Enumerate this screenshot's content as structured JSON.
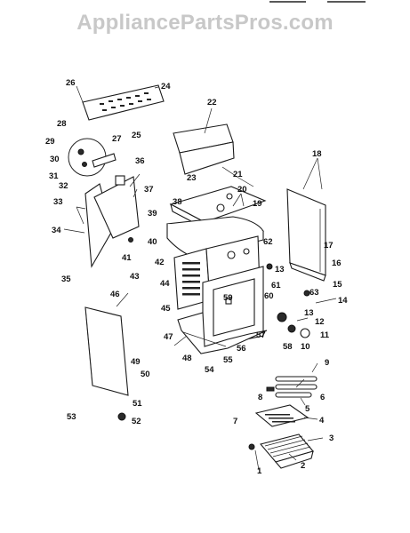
{
  "watermark": "AppliancePartsPros.com",
  "callouts": [
    {
      "id": "1",
      "label": "1"
    },
    {
      "id": "2",
      "label": "2"
    },
    {
      "id": "3",
      "label": "3"
    },
    {
      "id": "4",
      "label": "4"
    },
    {
      "id": "5",
      "label": "5"
    },
    {
      "id": "6",
      "label": "6"
    },
    {
      "id": "7",
      "label": "7"
    },
    {
      "id": "8",
      "label": "8"
    },
    {
      "id": "9",
      "label": "9"
    },
    {
      "id": "10",
      "label": "10"
    },
    {
      "id": "11",
      "label": "11"
    },
    {
      "id": "12",
      "label": "12"
    },
    {
      "id": "13",
      "label": "13"
    },
    {
      "id": "13b",
      "label": "13"
    },
    {
      "id": "14",
      "label": "14"
    },
    {
      "id": "15",
      "label": "15"
    },
    {
      "id": "16",
      "label": "16"
    },
    {
      "id": "17",
      "label": "17"
    },
    {
      "id": "18",
      "label": "18"
    },
    {
      "id": "19",
      "label": "19"
    },
    {
      "id": "20",
      "label": "20"
    },
    {
      "id": "21",
      "label": "21"
    },
    {
      "id": "22",
      "label": "22"
    },
    {
      "id": "23",
      "label": "23"
    },
    {
      "id": "24",
      "label": "24"
    },
    {
      "id": "25",
      "label": "25"
    },
    {
      "id": "26",
      "label": "26"
    },
    {
      "id": "27",
      "label": "27"
    },
    {
      "id": "28",
      "label": "28"
    },
    {
      "id": "29",
      "label": "29"
    },
    {
      "id": "30",
      "label": "30"
    },
    {
      "id": "31",
      "label": "31"
    },
    {
      "id": "32",
      "label": "32"
    },
    {
      "id": "33",
      "label": "33"
    },
    {
      "id": "34",
      "label": "34"
    },
    {
      "id": "35",
      "label": "35"
    },
    {
      "id": "36",
      "label": "36"
    },
    {
      "id": "37",
      "label": "37"
    },
    {
      "id": "38",
      "label": "38"
    },
    {
      "id": "39",
      "label": "39"
    },
    {
      "id": "40",
      "label": "40"
    },
    {
      "id": "41",
      "label": "41"
    },
    {
      "id": "42",
      "label": "42"
    },
    {
      "id": "43",
      "label": "43"
    },
    {
      "id": "44",
      "label": "44"
    },
    {
      "id": "45",
      "label": "45"
    },
    {
      "id": "46",
      "label": "46"
    },
    {
      "id": "47",
      "label": "47"
    },
    {
      "id": "48",
      "label": "48"
    },
    {
      "id": "49",
      "label": "49"
    },
    {
      "id": "50",
      "label": "50"
    },
    {
      "id": "51",
      "label": "51"
    },
    {
      "id": "52",
      "label": "52"
    },
    {
      "id": "53",
      "label": "53"
    },
    {
      "id": "54",
      "label": "54"
    },
    {
      "id": "55",
      "label": "55"
    },
    {
      "id": "56",
      "label": "56"
    },
    {
      "id": "57",
      "label": "57"
    },
    {
      "id": "58",
      "label": "58"
    },
    {
      "id": "59",
      "label": "59"
    },
    {
      "id": "60",
      "label": "60"
    },
    {
      "id": "61",
      "label": "61"
    },
    {
      "id": "62",
      "label": "62"
    },
    {
      "id": "63",
      "label": "63"
    }
  ]
}
